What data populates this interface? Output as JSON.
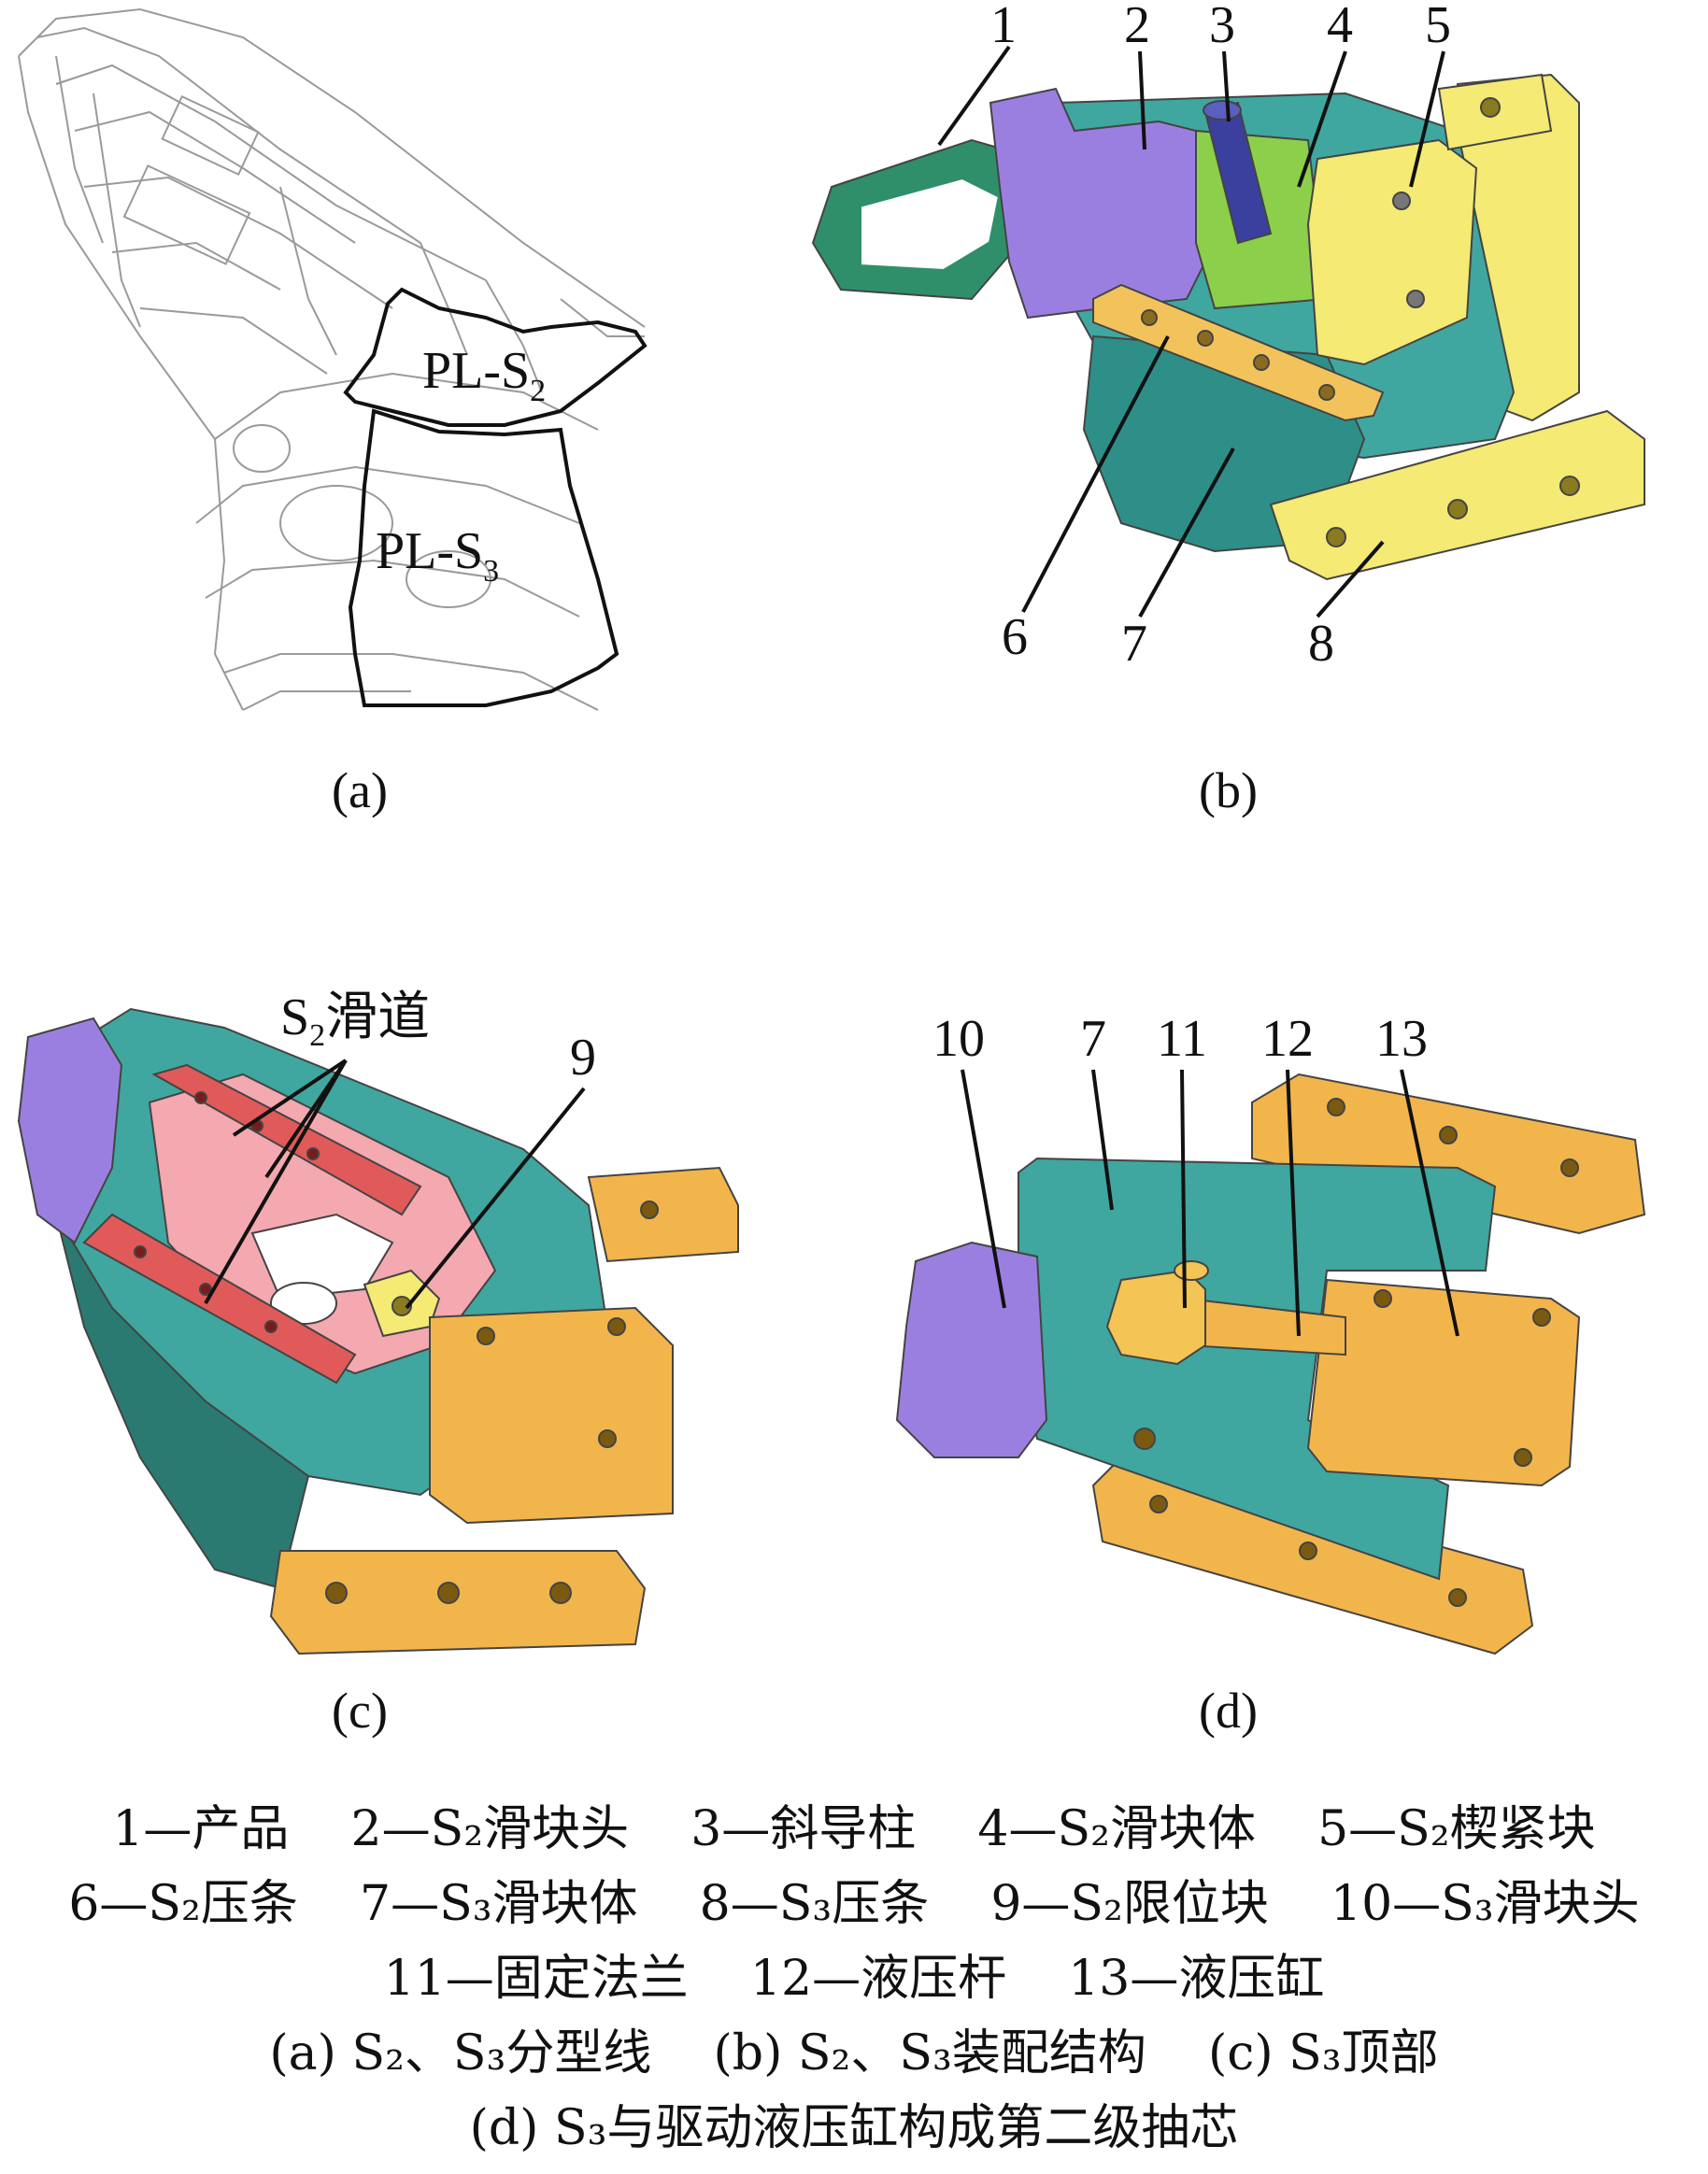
{
  "panels": {
    "a": {
      "label": "(a)",
      "parting_lines": [
        {
          "prefix": "PL-S",
          "sub": "2"
        },
        {
          "prefix": "PL-S",
          "sub": "3"
        }
      ]
    },
    "b": {
      "label": "(b)",
      "callouts": [
        "1",
        "2",
        "3",
        "4",
        "5",
        "6",
        "7",
        "8"
      ]
    },
    "c": {
      "label": "(c)",
      "slide_label": {
        "prefix": "S",
        "sub": "2",
        "suffix": "滑道"
      },
      "callouts": [
        "9"
      ]
    },
    "d": {
      "label": "(d)",
      "callouts": [
        "10",
        "7",
        "11",
        "12",
        "13"
      ]
    }
  },
  "legend": {
    "line1": "1—产品    2—S₂滑块头    3—斜导柱    4—S₂滑块体    5—S₂楔紧块",
    "line2": "6—S₂压条    7—S₃滑块体    8—S₃压条    9—S₂限位块    10—S₃滑块头",
    "line3": "11—固定法兰    12—液压杆    13—液压缸",
    "line4": "(a) S₂、S₃分型线    (b) S₂、S₃装配结构    (c) S₃顶部",
    "line5": "(d) S₃与驱动液压缸构成第二级抽芯"
  },
  "colors": {
    "purple": "#9b7fe0",
    "teal": "#3fa79f",
    "yellow": "#f4ea74",
    "orange": "#f2b54c",
    "red": "#e05a5a",
    "green": "#8ccf4a",
    "product_green": "#2f8f6a",
    "navy": "#3b3f9e"
  }
}
